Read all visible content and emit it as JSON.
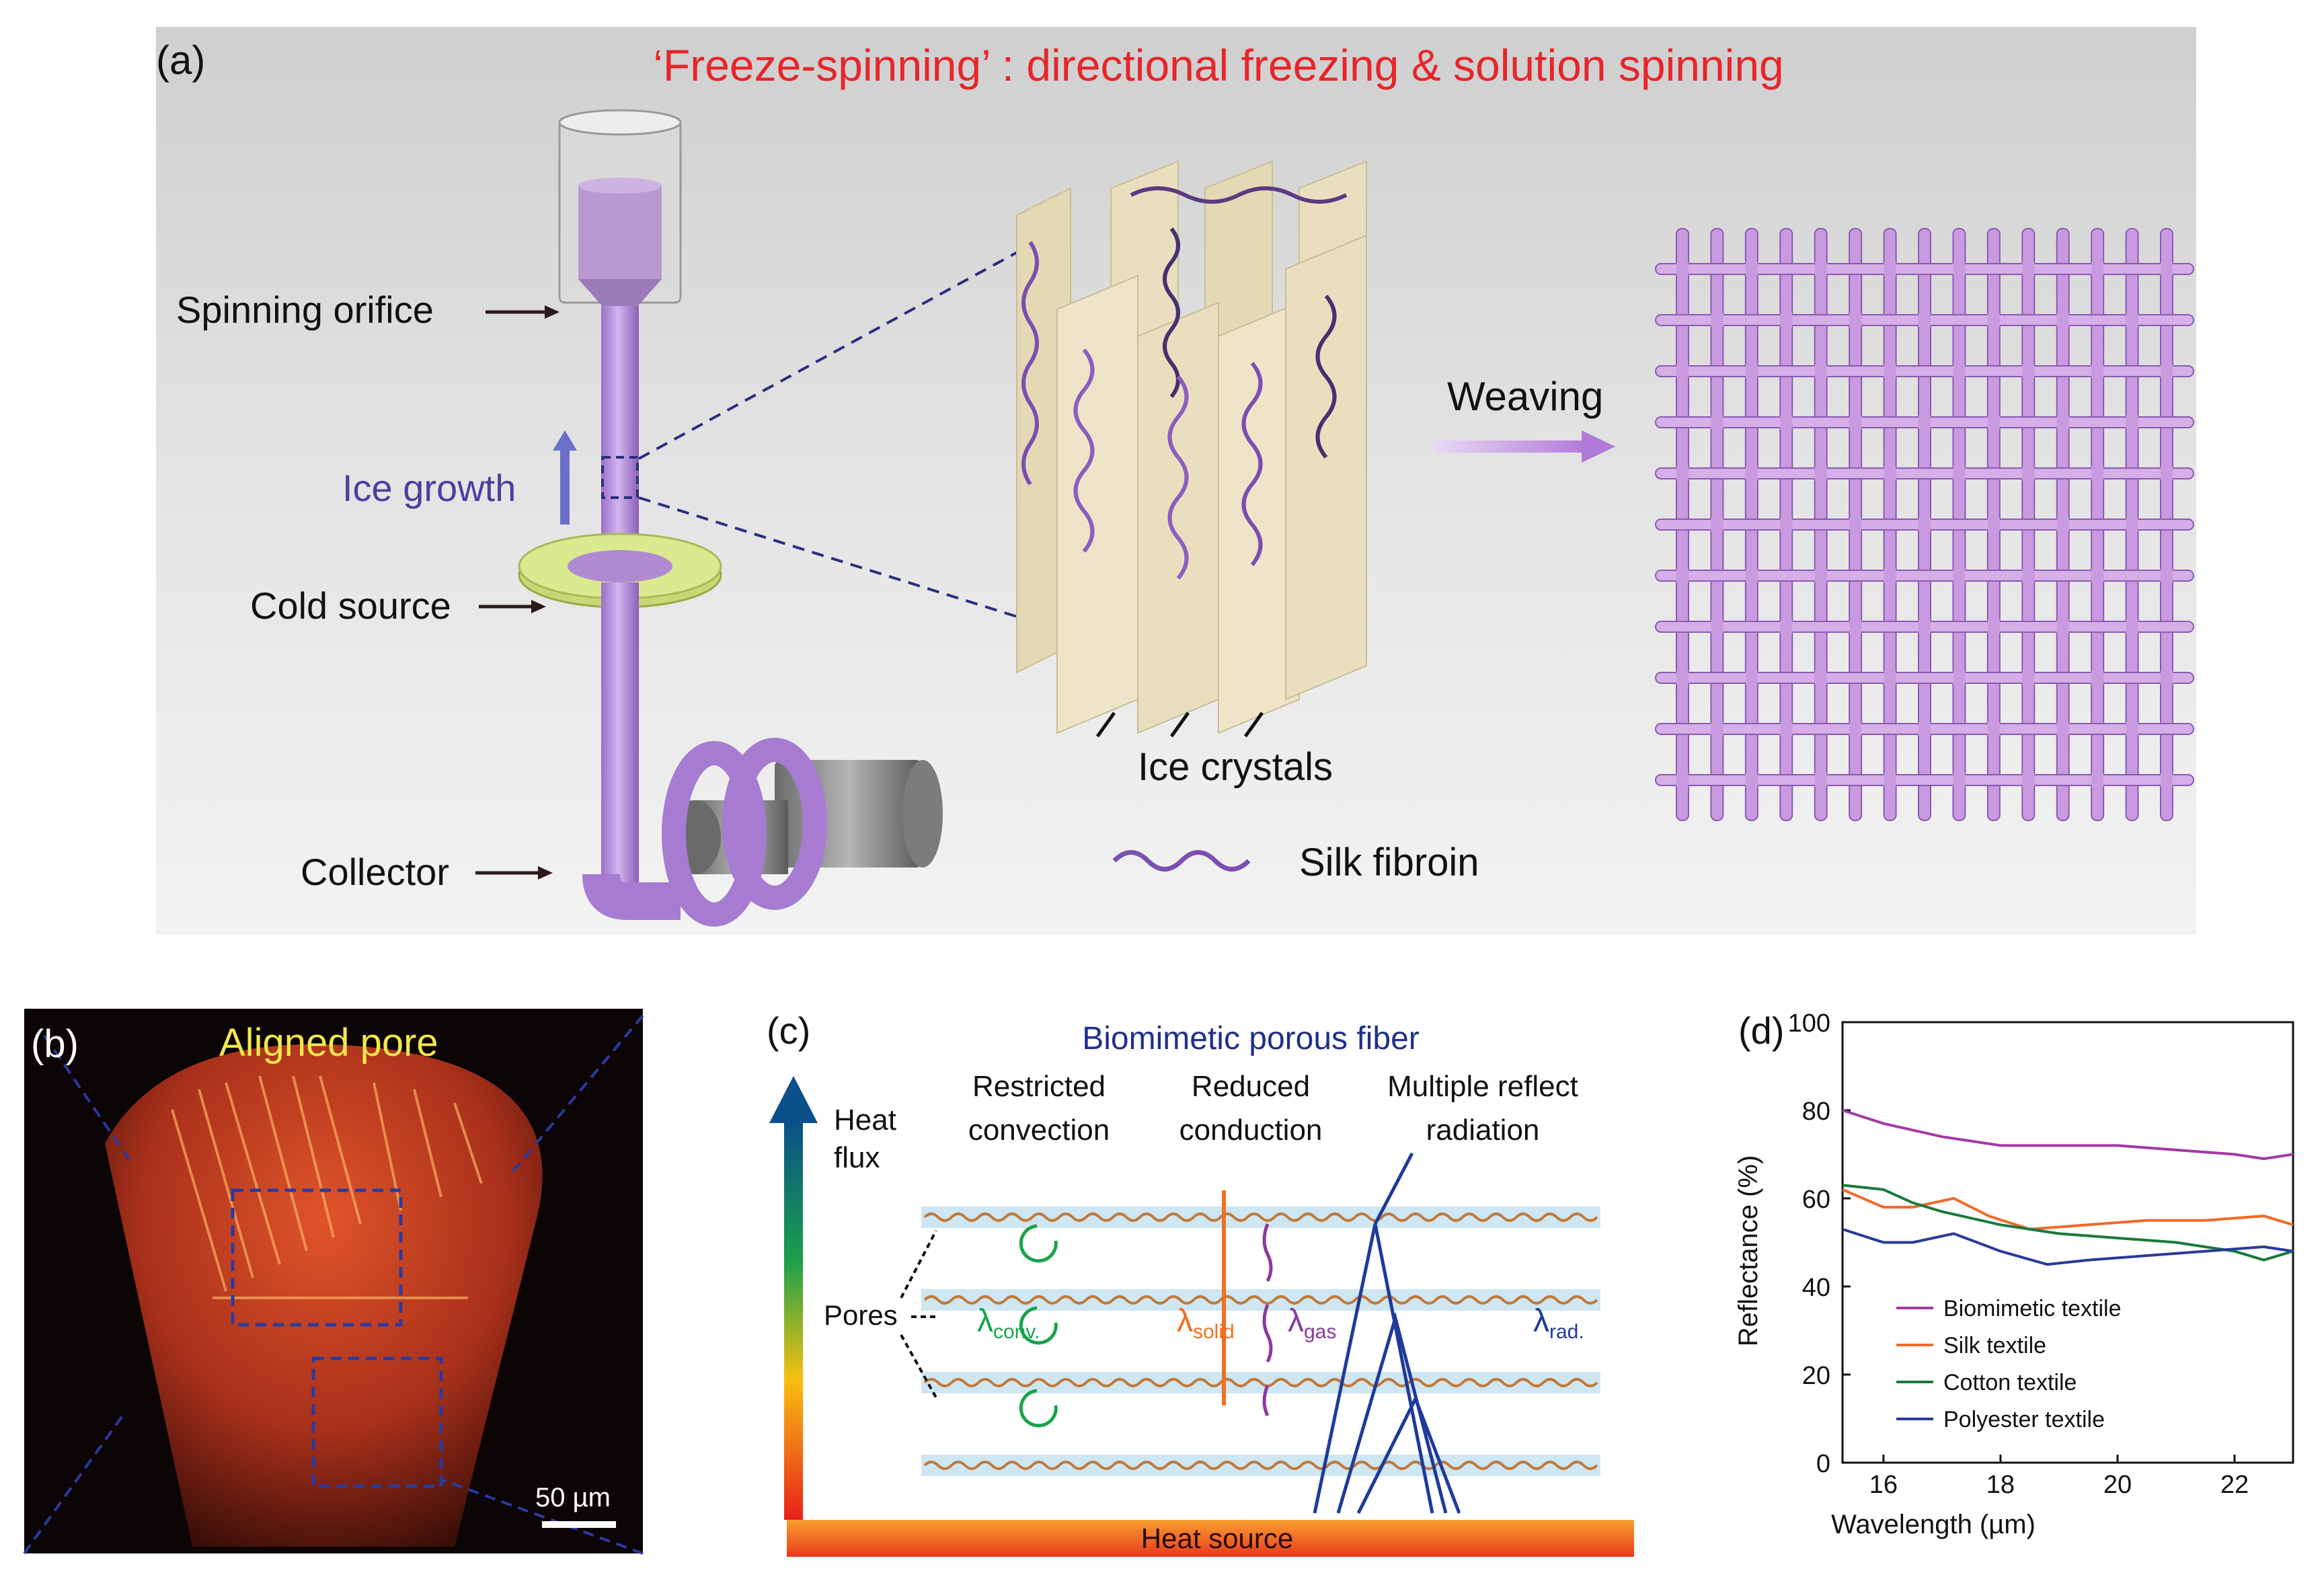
{
  "panel_a": {
    "letter": "(a)",
    "title": "‘Freeze-spinning’ : directional freezing & solution spinning",
    "title_color": "#e8252a",
    "labels": {
      "spinning_orifice": "Spinning orifice",
      "ice_growth": "Ice growth",
      "cold_source": "Cold source",
      "collector": "Collector",
      "weaving": "Weaving",
      "ice_crystals": "Ice crystals",
      "silk_fibroin": "Silk fibroin"
    },
    "colors": {
      "fiber": "#b48ad8",
      "fiber_dark": "#7a4fb0",
      "ice": "#e9dfbf",
      "ring": "#d6e48a",
      "collector": "#8a8a8a",
      "ice_growth_text": "#4a3fa0"
    }
  },
  "panel_b": {
    "letter": "(b)",
    "title": "Aligned pore",
    "title_color": "#f2e84a",
    "scale_bar": "50 µm"
  },
  "panel_c": {
    "letter": "(c)",
    "title": "Biomimetic porous fiber",
    "title_color": "#1f2f8a",
    "heat_flux": [
      "Heat",
      "flux"
    ],
    "col1": [
      "Restricted",
      "convection"
    ],
    "col2": [
      "Reduced",
      "conduction"
    ],
    "col3": [
      "Multiple reflect",
      "radiation"
    ],
    "pores": "Pores",
    "lambda": "λ",
    "sub_conv": "conv.",
    "sub_solid": "solid",
    "sub_gas": "gas",
    "sub_rad": "rad.",
    "heat_source": "Heat source",
    "colors": {
      "conv": "#1aa34a",
      "solid": "#f07020",
      "gas": "#8a3aa0",
      "rad": "#1f3a9a",
      "layer": "#cfe6f3",
      "fiber": "#c07a3a"
    }
  },
  "panel_d": {
    "letter": "(d)",
    "chart_data": {
      "type": "line",
      "xlabel": "Wavelength (µm)",
      "ylabel": "Reflectance (%)",
      "xlim": [
        15.3,
        23.0
      ],
      "ylim": [
        0,
        100
      ],
      "xticks": [
        16,
        18,
        20,
        22
      ],
      "yticks": [
        0,
        20,
        40,
        60,
        80,
        100
      ],
      "series": [
        {
          "name": "Biomimetic textile",
          "color": "#a23aa8",
          "x": [
            15.3,
            16,
            17,
            18,
            19,
            20,
            21,
            22,
            22.5,
            23
          ],
          "y": [
            80,
            77,
            74,
            72,
            72,
            72,
            71,
            70,
            69,
            70
          ]
        },
        {
          "name": "Silk textile",
          "color": "#f06a2a",
          "x": [
            15.3,
            16,
            16.5,
            17.2,
            17.8,
            18.5,
            19.5,
            20.5,
            21.5,
            22.5,
            23
          ],
          "y": [
            62,
            58,
            58,
            60,
            56,
            53,
            54,
            55,
            55,
            56,
            54
          ]
        },
        {
          "name": "Cotton textile",
          "color": "#1a7a3a",
          "x": [
            15.3,
            16,
            16.5,
            17,
            18,
            19,
            20,
            21,
            22,
            22.5,
            23
          ],
          "y": [
            63,
            62,
            59,
            57,
            54,
            52,
            51,
            50,
            48,
            46,
            48
          ]
        },
        {
          "name": "Polyester textile",
          "color": "#2a3a9a",
          "x": [
            15.3,
            16,
            16.5,
            17.2,
            18,
            18.8,
            19.5,
            20.5,
            21.5,
            22.5,
            23
          ],
          "y": [
            53,
            50,
            50,
            52,
            48,
            45,
            46,
            47,
            48,
            49,
            48
          ]
        }
      ]
    }
  }
}
